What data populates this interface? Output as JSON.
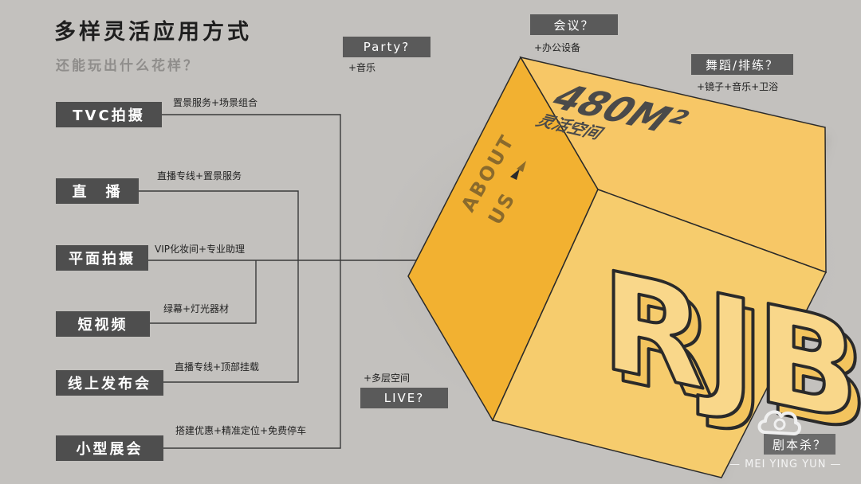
{
  "header": {
    "title": "多样灵活应用方式",
    "subtitle": "还能玩出什么花样？"
  },
  "services": [
    {
      "label": "TVC拍摄",
      "note": "置景服务+场景组合"
    },
    {
      "label": "直　播",
      "note": "直播专线+置景服务"
    },
    {
      "label": "平面拍摄",
      "note": "VIP化妆间+专业助理"
    },
    {
      "label": "短视频",
      "note": "绿幕+灯光器材"
    },
    {
      "label": "线上发布会",
      "note": "直播专线+顶部挂载"
    },
    {
      "label": "小型展会",
      "note": "搭建优惠+精准定位+免费停车"
    }
  ],
  "tags": [
    {
      "label": "Party?",
      "note": "+音乐"
    },
    {
      "label": "会议？",
      "note": "+办公设备"
    },
    {
      "label": "舞蹈/排练？",
      "note": "+镜子+音乐+卫浴"
    },
    {
      "label": "LIVE?",
      "note": "+多层空间"
    },
    {
      "label": "剧本杀？",
      "note": ""
    }
  ],
  "cube": {
    "area": "480M²",
    "area_sub": "灵活空间",
    "about": "ABOUT",
    "us": "US",
    "monogram": "RJB"
  },
  "brand": "— MEI YING YUN —",
  "colors": {
    "box_dark": "#4e4e4e",
    "cube_top": "#f7c766",
    "cube_left": "#f2b131",
    "cube_right": "#f6cc6d"
  }
}
